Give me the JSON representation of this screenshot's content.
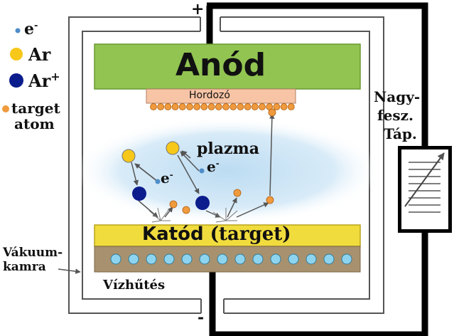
{
  "legend": {
    "electron": "e",
    "electron_sup": "-",
    "argon": "Ar",
    "argon_ion": "Ar",
    "argon_ion_sup": "+",
    "target_atom_line1": "target",
    "target_atom_line2": "atom"
  },
  "labels": {
    "anode": "Anód",
    "substrate": "Hordozó",
    "plasma": "plazma",
    "electron_in_plasma_1": "e",
    "electron_in_plasma_2": "e",
    "electron_sup": "-",
    "cathode": "Katód",
    "target": "(target)",
    "water_cooling": "Vízhűtés",
    "vacuum_chamber_line1": "Vákuum-",
    "vacuum_chamber_line2": "kamra",
    "power_supply_line1": "Nagy-",
    "power_supply_line2": "fesz.",
    "power_supply_line3": "Táp.",
    "plus_terminal": "+",
    "minus_terminal": "-"
  },
  "colors": {
    "anode": "#92c452",
    "substrate": "#f7c4a5",
    "cathode": "#f1dc3e",
    "cooling": "#a8916e",
    "coolant_dot": "#8fd4ef",
    "electron": "#4e8dc9",
    "argon": "#f7c81a",
    "argon_ion": "#0b1c8c",
    "target_atom": "#f09a3e",
    "plasma": "#cfe6f6"
  }
}
